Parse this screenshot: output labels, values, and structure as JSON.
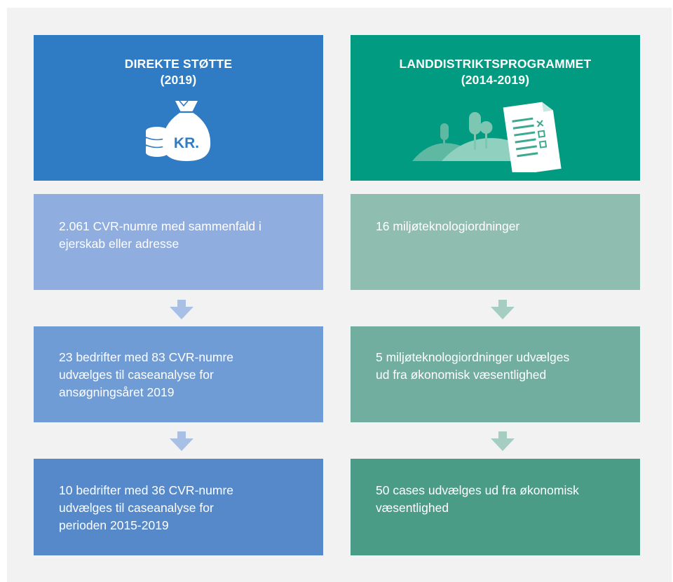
{
  "colors": {
    "background": "#f2f2f2",
    "left_header": "#2f7cc4",
    "left_box_1": "#8fadde",
    "left_box_2": "#709cd6",
    "left_box_3": "#5589ca",
    "left_arrow": "#a9c0e6",
    "right_header": "#009b80",
    "right_box_1": "#8fbdb0",
    "right_box_2": "#72ae9f",
    "right_box_3": "#4b9c87",
    "right_arrow": "#a6cdc1"
  },
  "left": {
    "title_line1": "DIREKTE STØTTE",
    "title_line2": "(2019)",
    "icon": "money-bag-coins-icon",
    "money_label": "KR.",
    "boxes": [
      {
        "lines": [
          "2.061 CVR-numre med sammenfald i",
          "ejerskab eller adresse"
        ]
      },
      {
        "lines": [
          "23 bedrifter med 83 CVR-numre",
          "udvælges til caseanalyse for",
          "ansøgningsåret 2019"
        ]
      },
      {
        "lines": [
          "10 bedrifter med 36 CVR-numre",
          "udvælges til caseanalyse for",
          "perioden 2015-2019"
        ]
      }
    ]
  },
  "right": {
    "title_line1": "LANDDISTRIKTSPROGRAMMET",
    "title_line2": "(2014-2019)",
    "icon": "landscape-document-icon",
    "boxes": [
      {
        "lines": [
          "16 miljøteknologiordninger"
        ]
      },
      {
        "lines": [
          "5 miljøteknologiordninger udvælges",
          "ud fra økonomisk væsentlighed"
        ]
      },
      {
        "lines": [
          "50 cases udvælges ud fra økonomisk",
          "væsentlighed"
        ]
      }
    ]
  }
}
